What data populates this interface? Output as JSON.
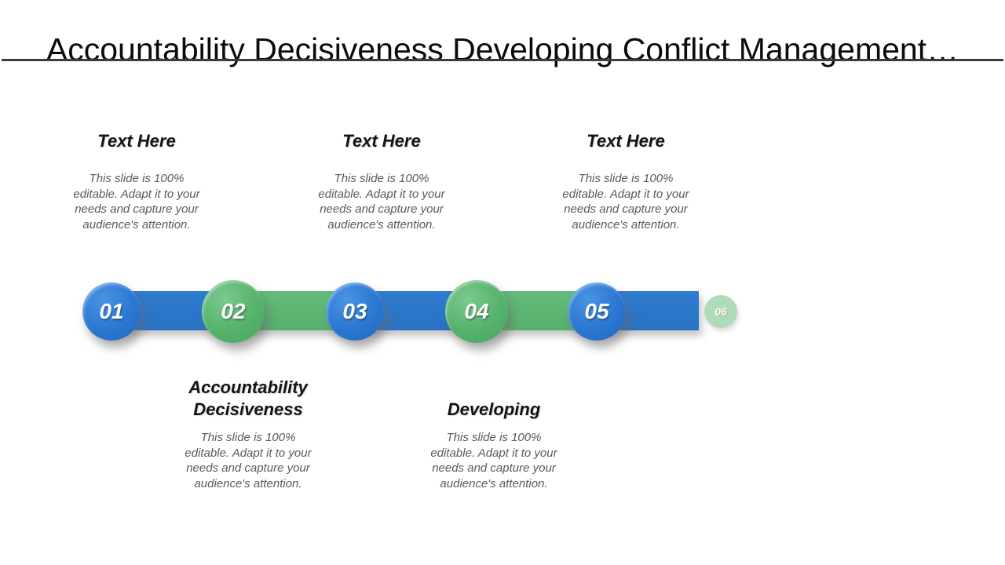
{
  "slide": {
    "title": "Accountability Decisiveness Developing Conflict Management…",
    "top_items": [
      {
        "heading": "Text Here",
        "body": "This slide is 100%\neditable. Adapt it to your\nneeds and capture your\naudience's attention."
      },
      {
        "heading": "Text Here",
        "body": "This slide is 100%\neditable. Adapt it to your\nneeds and capture your\naudience's attention."
      },
      {
        "heading": "Text Here",
        "body": "This slide is 100%\neditable. Adapt it to your\nneeds and capture your\naudience's attention."
      }
    ],
    "timeline_steps": [
      {
        "number": "01",
        "color": "blue"
      },
      {
        "number": "02",
        "color": "green"
      },
      {
        "number": "03",
        "color": "blue"
      },
      {
        "number": "04",
        "color": "green"
      },
      {
        "number": "05",
        "color": "blue"
      },
      {
        "number": "06",
        "color": "faded-green"
      }
    ],
    "bottom_items": [
      {
        "heading": "Accountability\nDecisiveness",
        "body": "This slide is 100%\neditable. Adapt it to your\nneeds and capture your\naudience's attention."
      },
      {
        "heading": "Developing",
        "body": "This slide is 100%\neditable. Adapt it to your\nneeds and capture your\naudience's attention."
      }
    ],
    "colors": {
      "blue": "#2b77d1",
      "green": "#55b26b",
      "blue_band": "#2e7ccf",
      "green_band": "#63bb79",
      "faded_green": "#aedbb8",
      "divider": "#3c3c3c",
      "heading_text": "#141414",
      "body_text": "#5a5a5a",
      "number_text": "#ffffff"
    }
  }
}
